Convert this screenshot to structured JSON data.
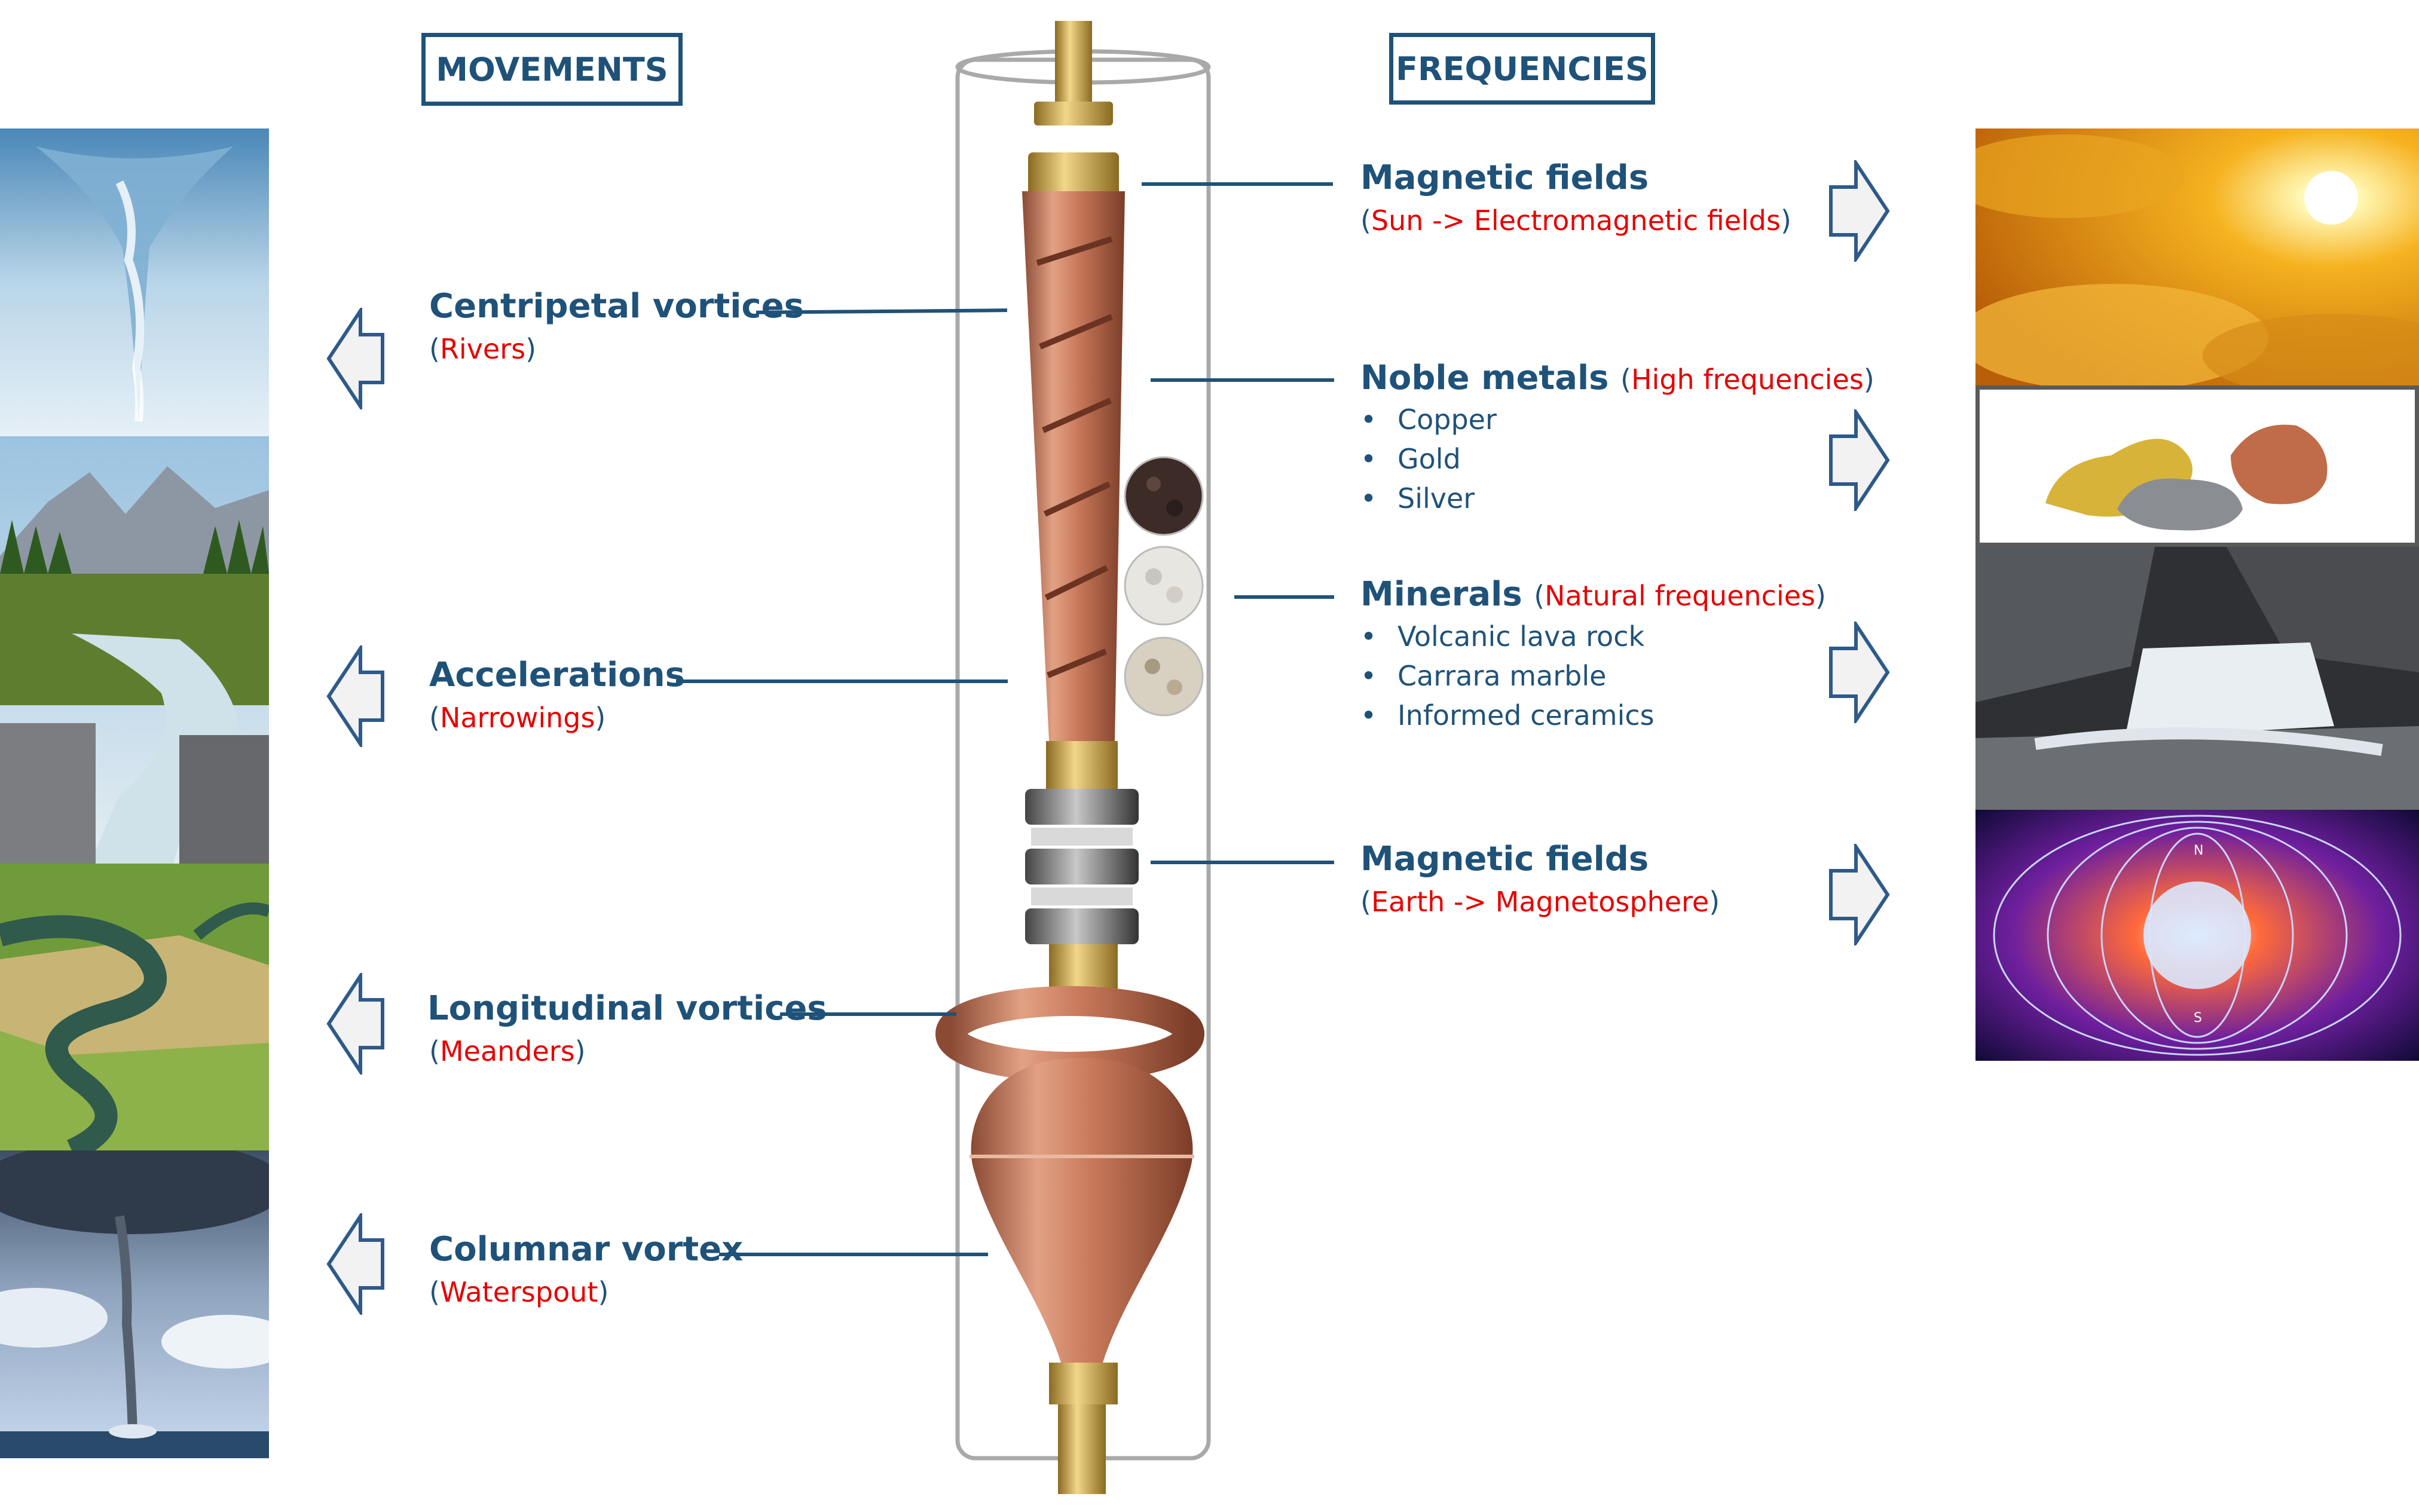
{
  "headers": {
    "movements": "MOVEMENTS",
    "frequencies": "FREQUENCIES"
  },
  "movements": [
    {
      "title": "Centripetal vortices",
      "sub": "Rivers"
    },
    {
      "title": "Accelerations",
      "sub": "Narrowings"
    },
    {
      "title": "Longitudinal vortices",
      "sub": "Meanders"
    },
    {
      "title": "Columnar vortex",
      "sub": "Waterspout"
    }
  ],
  "frequencies": [
    {
      "title": "Magnetic fields",
      "sub": "Sun -> Electromagnetic fields"
    },
    {
      "title": "Noble metals",
      "sub": "High frequencies",
      "items": [
        "Copper",
        "Gold",
        "Silver"
      ]
    },
    {
      "title": "Minerals",
      "sub": "Natural frequencies",
      "items": [
        "Volcanic lava rock",
        "Carrara marble",
        "Informed ceramics"
      ]
    },
    {
      "title": "Magnetic fields",
      "sub": "Earth -> Magnetosphere"
    }
  ],
  "images_left": [
    "whirlpool-vortex",
    "mountain-river-gorge",
    "meandering-river",
    "waterspout-tornado"
  ],
  "images_right": [
    "sun-clouds",
    "gold-copper-nuggets",
    "rocky-waterfall",
    "earth-magnetosphere"
  ],
  "globe_labels": {
    "north": "N",
    "south": "S"
  },
  "colors": {
    "heading": "#1f5279",
    "accent": "#e60000",
    "copper": "#c8785a"
  }
}
